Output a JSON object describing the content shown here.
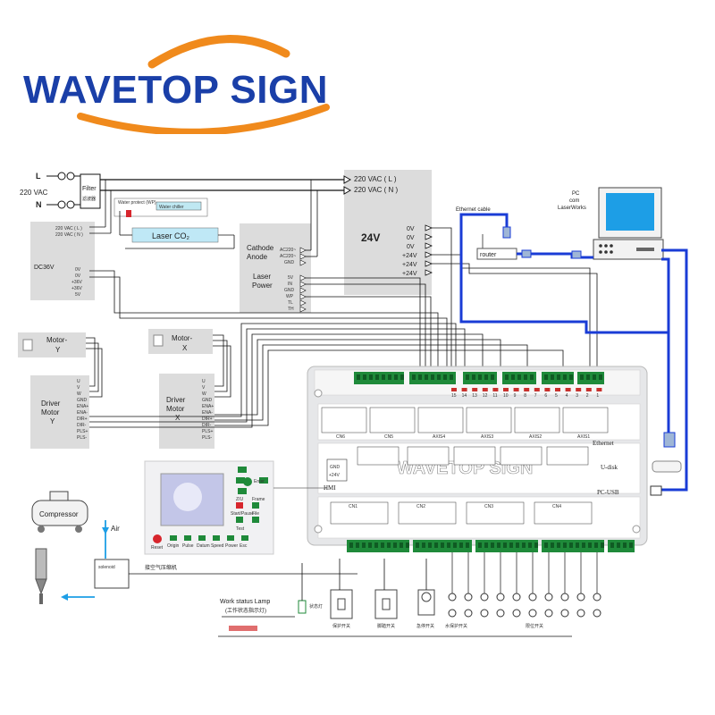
{
  "logo": {
    "brand": "WAVETOP SIGN"
  },
  "power_in": {
    "line": "L",
    "voltage": "220 VAC",
    "neutral": "N"
  },
  "filter": {
    "label": "Filter",
    "label_cn": "滤波器"
  },
  "psu_24v": {
    "ac_l": "220 VAC ( L )",
    "ac_n": "220 VAC ( N )",
    "title": "24V",
    "outputs": [
      "0V",
      "0V",
      "0V",
      "+24V",
      "+24V",
      "+24V"
    ]
  },
  "laser_tube": {
    "label": "Laser CO₂",
    "chiller": "Water chiller",
    "cathode": "Cathode",
    "anode": "Anode",
    "protect_label": "Water protect (WP)"
  },
  "laser_power": {
    "title": "Laser\nPower",
    "title_line1": "Laser",
    "title_line2": "Power",
    "pins_top": [
      "AC220~",
      "AC220~",
      "GND"
    ],
    "pins": [
      "5V",
      "IN",
      "GND",
      "WP",
      "TL",
      "TH"
    ]
  },
  "dc36v": {
    "label": "DC36V",
    "in1": "220 VAC ( L )",
    "in2": "220 VAC ( N )",
    "pins": [
      "0V",
      "0V",
      "+36V",
      "+36V",
      "5V"
    ]
  },
  "motor_y": {
    "name": "Motor- Y",
    "line1": "Motor-",
    "line2": "Y"
  },
  "motor_x": {
    "name": "Motor- X",
    "line1": "Motor-",
    "line2": "X"
  },
  "driver_y": {
    "line1": "Driver",
    "line2": "Motor",
    "line3": "Y",
    "pins": [
      "U",
      "V",
      "W",
      "GND",
      "ENA+",
      "ENA-",
      "DIR+",
      "DIR-",
      "PLS+",
      "PLS-"
    ]
  },
  "driver_x": {
    "line1": "Driver",
    "line2": "Motor",
    "line3": "X",
    "pins": [
      "U",
      "V",
      "W",
      "GND",
      "ENA+",
      "ENA-",
      "DIR+",
      "DIR-",
      "PLS+",
      "PLS-"
    ]
  },
  "network": {
    "ethernet_cable": "Ethernet cable",
    "router": "router",
    "pc_line1": "PC",
    "pc_line2": "com",
    "pc_line3": "LaserWorks"
  },
  "controller": {
    "terminals": [
      "15",
      "14",
      "13",
      "12",
      "11",
      "10",
      "9",
      "8",
      "7",
      "6",
      "5",
      "4",
      "3",
      "2",
      "1"
    ],
    "cn_top": [
      "CN6",
      "CN5",
      "AXIS4",
      "AXIS3",
      "AXIS2",
      "AXIS1"
    ],
    "cn_bottom": [
      "CN1",
      "CN2",
      "CN3",
      "CN4"
    ],
    "hmi": "HMI",
    "gnd": "GND",
    "plus24": "+24V",
    "ethernet": "Ethernet",
    "udisk": "U-disk",
    "pcusb": "PC-USB",
    "watermark": "WAVETOP SIGN"
  },
  "panel": {
    "keys": [
      "Reset",
      "Origin",
      "Pulse",
      "Datum",
      "Speed",
      "Power",
      "Esc",
      "Enter",
      "Z/U",
      "Frame",
      "Start/Pause",
      "File",
      "Test"
    ]
  },
  "air": {
    "compressor": "Compressor",
    "air": "Air",
    "solenoid": "solenoid",
    "connect_label": "接空气压缩机"
  },
  "lamp": {
    "label": "Work status Lamp",
    "label_cn": "(工作状态指示灯)",
    "short_cn": "状态灯"
  },
  "bottom_labels": [
    "保护开关",
    "脚踏开关",
    "急停开关",
    "水保护开关",
    "限位开关"
  ],
  "colors": {
    "brand_blue": "#1a3fa8",
    "brand_orange": "#f08a1c",
    "usb_blue": "#1a3cd6",
    "terminal_green": "#1f8a3a",
    "board_gray": "#e6e7e9",
    "wire": "#111111"
  }
}
